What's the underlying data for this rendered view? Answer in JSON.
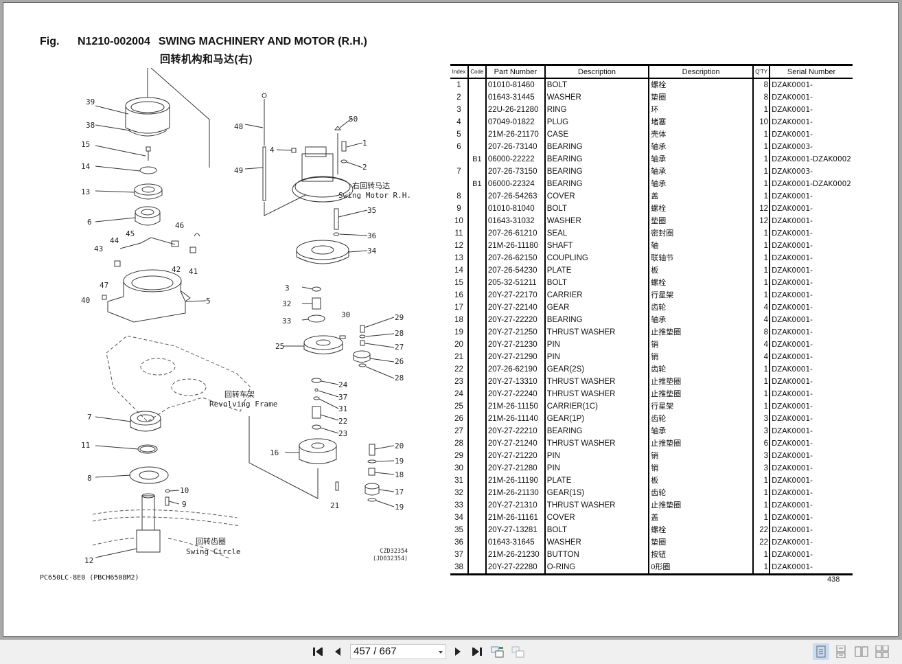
{
  "figure": {
    "label": "Fig.",
    "number": "N1210-002004",
    "title": "SWING MACHINERY AND MOTOR (R.H.)",
    "title_cn": "回转机构和马达(右)",
    "model_code": "PC650LC-8E0 (PBCH6508M2)",
    "drawing_id_1": "CZD32354",
    "drawing_id_2": "(JD032354)",
    "page_number": "438"
  },
  "diagram": {
    "labels": {
      "swing_motor_cn": "右回转马达",
      "swing_motor_en": "Swing Motor R.H.",
      "revolving_frame_cn": "回转车架",
      "revolving_frame_en": "Revolving Frame",
      "swing_circle_cn": "回转齿圈",
      "swing_circle_en": "Swing Circle"
    },
    "callouts": [
      "39",
      "38",
      "15",
      "14",
      "13",
      "6",
      "45",
      "46",
      "44",
      "43",
      "42",
      "41",
      "47",
      "40",
      "5",
      "7",
      "11",
      "8",
      "10",
      "9",
      "12",
      "48",
      "49",
      "4",
      "50",
      "1",
      "2",
      "35",
      "36",
      "34",
      "3",
      "32",
      "33",
      "30",
      "29",
      "28",
      "27",
      "25",
      "26",
      "28",
      "24",
      "37",
      "31",
      "22",
      "23",
      "16",
      "20",
      "19",
      "18",
      "21",
      "17",
      "19"
    ]
  },
  "table": {
    "headers": {
      "index": "Index",
      "code": "Code",
      "part_number": "Part Number",
      "description": "Description",
      "description_cn": "Description",
      "qty": "Q'TY",
      "serial": "Serial Number"
    },
    "rows": [
      {
        "index": "1",
        "code": "",
        "part": "01010-81460",
        "desc": "BOLT",
        "desc_cn": "螺栓",
        "qty": "8",
        "serial": "DZAK0001-"
      },
      {
        "index": "2",
        "code": "",
        "part": "01643-31445",
        "desc": "WASHER",
        "desc_cn": "垫圈",
        "qty": "8",
        "serial": "DZAK0001-"
      },
      {
        "index": "3",
        "code": "",
        "part": "22U-26-21280",
        "desc": "RING",
        "desc_cn": "环",
        "qty": "1",
        "serial": "DZAK0001-"
      },
      {
        "index": "4",
        "code": "",
        "part": "07049-01822",
        "desc": "PLUG",
        "desc_cn": "堵塞",
        "qty": "10",
        "serial": "DZAK0001-"
      },
      {
        "index": "5",
        "code": "",
        "part": "21M-26-21170",
        "desc": "CASE",
        "desc_cn": "壳体",
        "qty": "1",
        "serial": "DZAK0001-"
      },
      {
        "index": "6",
        "code": "",
        "part": "207-26-73140",
        "desc": "BEARING",
        "desc_cn": "轴承",
        "qty": "1",
        "serial": "DZAK0003-"
      },
      {
        "index": "",
        "code": "B1",
        "part": "06000-22222",
        "desc": "BEARING",
        "desc_cn": "轴承",
        "qty": "1",
        "serial": "DZAK0001-DZAK0002"
      },
      {
        "index": "7",
        "code": "",
        "part": "207-26-73150",
        "desc": "BEARING",
        "desc_cn": "轴承",
        "qty": "1",
        "serial": "DZAK0003-"
      },
      {
        "index": "",
        "code": "B1",
        "part": "06000-22324",
        "desc": "BEARING",
        "desc_cn": "轴承",
        "qty": "1",
        "serial": "DZAK0001-DZAK0002"
      },
      {
        "index": "8",
        "code": "",
        "part": "207-26-54263",
        "desc": "COVER",
        "desc_cn": "盖",
        "qty": "1",
        "serial": "DZAK0001-"
      },
      {
        "index": "9",
        "code": "",
        "part": "01010-81040",
        "desc": "BOLT",
        "desc_cn": "螺栓",
        "qty": "12",
        "serial": "DZAK0001-"
      },
      {
        "index": "10",
        "code": "",
        "part": "01643-31032",
        "desc": "WASHER",
        "desc_cn": "垫圈",
        "qty": "12",
        "serial": "DZAK0001-"
      },
      {
        "index": "11",
        "code": "",
        "part": "207-26-61210",
        "desc": "SEAL",
        "desc_cn": "密封圈",
        "qty": "1",
        "serial": "DZAK0001-"
      },
      {
        "index": "12",
        "code": "",
        "part": "21M-26-11180",
        "desc": "SHAFT",
        "desc_cn": "轴",
        "qty": "1",
        "serial": "DZAK0001-"
      },
      {
        "index": "13",
        "code": "",
        "part": "207-26-62150",
        "desc": "COUPLING",
        "desc_cn": "联轴节",
        "qty": "1",
        "serial": "DZAK0001-"
      },
      {
        "index": "14",
        "code": "",
        "part": "207-26-54230",
        "desc": "PLATE",
        "desc_cn": "板",
        "qty": "1",
        "serial": "DZAK0001-"
      },
      {
        "index": "15",
        "code": "",
        "part": "205-32-51211",
        "desc": "BOLT",
        "desc_cn": "螺栓",
        "qty": "1",
        "serial": "DZAK0001-"
      },
      {
        "index": "16",
        "code": "",
        "part": "20Y-27-22170",
        "desc": "CARRIER",
        "desc_cn": "行星架",
        "qty": "1",
        "serial": "DZAK0001-"
      },
      {
        "index": "17",
        "code": "",
        "part": "20Y-27-22140",
        "desc": "GEAR",
        "desc_cn": "齿轮",
        "qty": "4",
        "serial": "DZAK0001-"
      },
      {
        "index": "18",
        "code": "",
        "part": "20Y-27-22220",
        "desc": "BEARING",
        "desc_cn": "轴承",
        "qty": "4",
        "serial": "DZAK0001-"
      },
      {
        "index": "19",
        "code": "",
        "part": "20Y-27-21250",
        "desc": "THRUST WASHER",
        "desc_cn": "止推垫圈",
        "qty": "8",
        "serial": "DZAK0001-"
      },
      {
        "index": "20",
        "code": "",
        "part": "20Y-27-21230",
        "desc": "PIN",
        "desc_cn": "销",
        "qty": "4",
        "serial": "DZAK0001-"
      },
      {
        "index": "21",
        "code": "",
        "part": "20Y-27-21290",
        "desc": "PIN",
        "desc_cn": "销",
        "qty": "4",
        "serial": "DZAK0001-"
      },
      {
        "index": "22",
        "code": "",
        "part": "207-26-62190",
        "desc": "GEAR(2S)",
        "desc_cn": "齿轮",
        "qty": "1",
        "serial": "DZAK0001-"
      },
      {
        "index": "23",
        "code": "",
        "part": "20Y-27-13310",
        "desc": "THRUST WASHER",
        "desc_cn": "止推垫圈",
        "qty": "1",
        "serial": "DZAK0001-"
      },
      {
        "index": "24",
        "code": "",
        "part": "20Y-27-22240",
        "desc": "THRUST WASHER",
        "desc_cn": "止推垫圈",
        "qty": "1",
        "serial": "DZAK0001-"
      },
      {
        "index": "25",
        "code": "",
        "part": "21M-26-11150",
        "desc": "CARRIER(1C)",
        "desc_cn": "行星架",
        "qty": "1",
        "serial": "DZAK0001-"
      },
      {
        "index": "26",
        "code": "",
        "part": "21M-26-11140",
        "desc": "GEAR(1P)",
        "desc_cn": "齿轮",
        "qty": "3",
        "serial": "DZAK0001-"
      },
      {
        "index": "27",
        "code": "",
        "part": "20Y-27-22210",
        "desc": "BEARING",
        "desc_cn": "轴承",
        "qty": "3",
        "serial": "DZAK0001-"
      },
      {
        "index": "28",
        "code": "",
        "part": "20Y-27-21240",
        "desc": "THRUST WASHER",
        "desc_cn": "止推垫圈",
        "qty": "6",
        "serial": "DZAK0001-"
      },
      {
        "index": "29",
        "code": "",
        "part": "20Y-27-21220",
        "desc": "PIN",
        "desc_cn": "销",
        "qty": "3",
        "serial": "DZAK0001-"
      },
      {
        "index": "30",
        "code": "",
        "part": "20Y-27-21280",
        "desc": "PIN",
        "desc_cn": "销",
        "qty": "3",
        "serial": "DZAK0001-"
      },
      {
        "index": "31",
        "code": "",
        "part": "21M-26-11190",
        "desc": "PLATE",
        "desc_cn": "板",
        "qty": "1",
        "serial": "DZAK0001-"
      },
      {
        "index": "32",
        "code": "",
        "part": "21M-26-21130",
        "desc": "GEAR(1S)",
        "desc_cn": "齿轮",
        "qty": "1",
        "serial": "DZAK0001-"
      },
      {
        "index": "33",
        "code": "",
        "part": "20Y-27-21310",
        "desc": "THRUST WASHER",
        "desc_cn": "止推垫圈",
        "qty": "1",
        "serial": "DZAK0001-"
      },
      {
        "index": "34",
        "code": "",
        "part": "21M-26-11161",
        "desc": "COVER",
        "desc_cn": "盖",
        "qty": "1",
        "serial": "DZAK0001-"
      },
      {
        "index": "35",
        "code": "",
        "part": "20Y-27-13281",
        "desc": "BOLT",
        "desc_cn": "螺栓",
        "qty": "22",
        "serial": "DZAK0001-"
      },
      {
        "index": "36",
        "code": "",
        "part": "01643-31645",
        "desc": "WASHER",
        "desc_cn": "垫圈",
        "qty": "22",
        "serial": "DZAK0001-"
      },
      {
        "index": "37",
        "code": "",
        "part": "21M-26-21230",
        "desc": "BUTTON",
        "desc_cn": "按钮",
        "qty": "1",
        "serial": "DZAK0001-"
      },
      {
        "index": "38",
        "code": "",
        "part": "20Y-27-22280",
        "desc": "O-RING",
        "desc_cn": "0形圈",
        "qty": "1",
        "serial": "DZAK0001-"
      }
    ]
  },
  "toolbar": {
    "page_value": "457 / 667",
    "buttons": {
      "first": "first-page-icon",
      "prev": "previous-page-icon",
      "next": "next-page-icon",
      "last": "last-page-icon",
      "back": "previous-view-icon",
      "forward": "next-view-icon"
    },
    "views": [
      "single-page-icon",
      "continuous-icon",
      "facing-icon",
      "continuous-facing-icon"
    ],
    "active_view": 0
  },
  "colors": {
    "active_view_bg": "#c7dbf3",
    "viewer_bg": "#a9a9a9",
    "toolbar_bg": "#f0f0f0"
  }
}
